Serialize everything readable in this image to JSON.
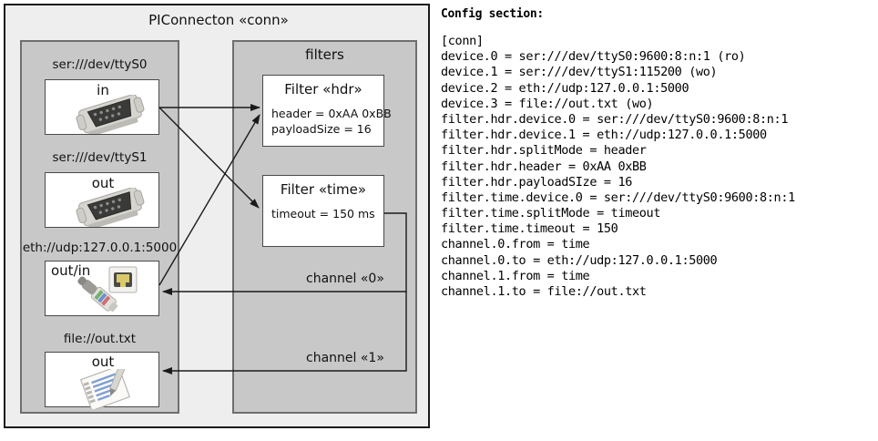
{
  "diagram": {
    "title": "PIConnecton «conn»",
    "devices_panel": {
      "groups": [
        {
          "label": "ser:///dev/ttyS0",
          "direction": "in",
          "icon": "serial-port-icon"
        },
        {
          "label": "ser:///dev/ttyS1",
          "direction": "out",
          "icon": "serial-port-icon"
        },
        {
          "label": "eth://udp:127.0.0.1:5000",
          "direction": "out/in",
          "icon": "ethernet-jack-icon"
        },
        {
          "label": "file://out.txt",
          "direction": "out",
          "icon": "text-file-icon"
        }
      ]
    },
    "filters_panel": {
      "title": "filters",
      "filters": [
        {
          "title": "Filter «hdr»",
          "props": [
            "header = 0xAA 0xBB",
            "payloadSize = 16"
          ]
        },
        {
          "title": "Filter «time»",
          "props": [
            "timeout = 150 ms"
          ]
        }
      ],
      "channels": [
        {
          "label": "channel «0»"
        },
        {
          "label": "channel «1»"
        }
      ]
    }
  },
  "config": {
    "heading": "Config section:",
    "lines": [
      "[conn]",
      "device.0 = ser:///dev/ttyS0:9600:8:n:1 (ro)",
      "device.1 = ser:///dev/ttyS1:115200 (wo)",
      "device.2 = eth://udp:127.0.0.1:5000",
      "device.3 = file://out.txt (wo)",
      "filter.hdr.device.0 = ser:///dev/ttyS0:9600:8:n:1",
      "filter.hdr.device.1 = eth://udp:127.0.0.1:5000",
      "filter.hdr.splitMode = header",
      "filter.hdr.header = 0xAA 0xBB",
      "filter.hdr.payloadSIze = 16",
      "filter.time.device.0 = ser:///dev/ttyS0:9600:8:n:1",
      "filter.time.splitMode = timeout",
      "filter.time.timeout = 150",
      "channel.0.from = time",
      "channel.0.to = eth://udp:127.0.0.1:5000",
      "channel.1.from = time",
      "channel.1.to = file://out.txt"
    ]
  },
  "colors": {
    "page_background": "#ffffff",
    "diagram_background": "#eeeeee",
    "diagram_border": "#1a1a1a",
    "panel_background": "#c8c8c8",
    "panel_border": "#6e6e6e",
    "box_background": "#ffffff",
    "box_border": "#4a4a4a",
    "wire": "#1a1a1a",
    "text": "#111111"
  }
}
